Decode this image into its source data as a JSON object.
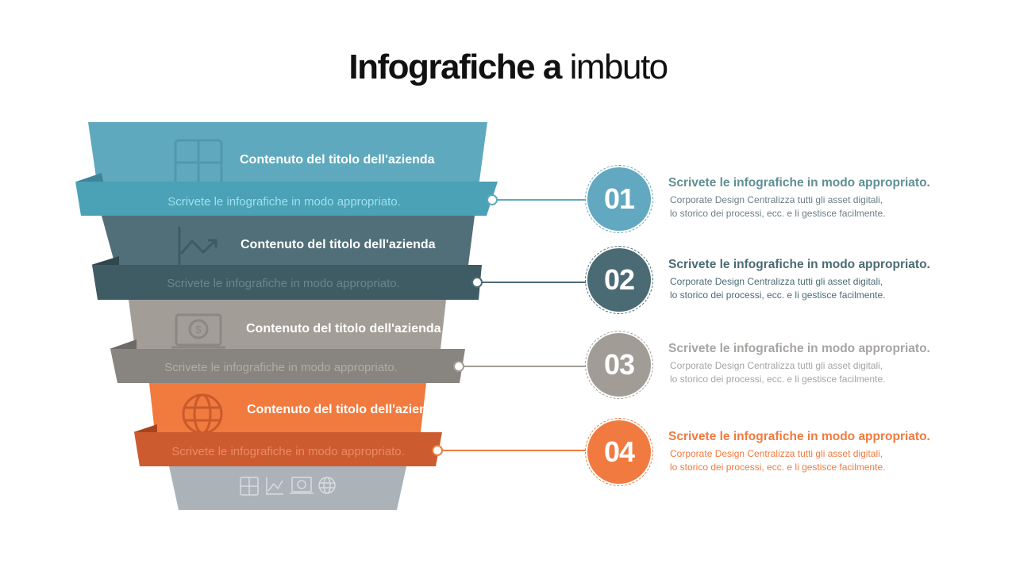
{
  "title": {
    "bold": "Infografiche a",
    "light": "imbuto"
  },
  "colors": {
    "step1": "#62a8c0",
    "step2": "#4b6b74",
    "step3": "#a29c97",
    "step4": "#f07a3f",
    "bottom": "#aab2b8"
  },
  "funnel": [
    {
      "title": "Contenuto del titolo dell'azienda",
      "band": "Scrivete le infografiche in modo appropriato.",
      "icon": "calculator-icon"
    },
    {
      "title": "Contenuto del titolo dell'azienda",
      "band": "Scrivete le infografiche in modo appropriato.",
      "icon": "chart-trend-icon"
    },
    {
      "title": "Contenuto del titolo dell'azienda",
      "band": "Scrivete le infografiche in modo appropriato.",
      "icon": "laptop-dollar-icon"
    },
    {
      "title": "Contenuto del titolo dell'azienda",
      "band": "Scrivete le infografiche in modo appropriato.",
      "icon": "globe-icon"
    }
  ],
  "bottom_icons": [
    "calculator-icon",
    "chart-trend-icon",
    "laptop-dollar-icon",
    "globe-icon"
  ],
  "steps": [
    {
      "num": "01",
      "heading": "Scrivete le infografiche in modo appropriato.",
      "line1": "Corporate Design Centralizza tutti gli asset digitali,",
      "line2": "lo storico dei processi, ecc. e li gestisce facilmente."
    },
    {
      "num": "02",
      "heading": "Scrivete le infografiche in modo appropriato.",
      "line1": "Corporate Design Centralizza tutti gli asset digitali,",
      "line2": "lo storico dei processi, ecc. e li gestisce facilmente."
    },
    {
      "num": "03",
      "heading": "Scrivete le infografiche in modo appropriato.",
      "line1": "Corporate Design Centralizza tutti gli asset digitali,",
      "line2": "lo storico dei processi, ecc. e li gestisce facilmente."
    },
    {
      "num": "04",
      "heading": "Scrivete le infografiche in modo appropriato.",
      "line1": "Corporate Design Centralizza tutti gli asset digitali,",
      "line2": "lo storico dei processi, ecc. e li gestisce facilmente."
    }
  ]
}
